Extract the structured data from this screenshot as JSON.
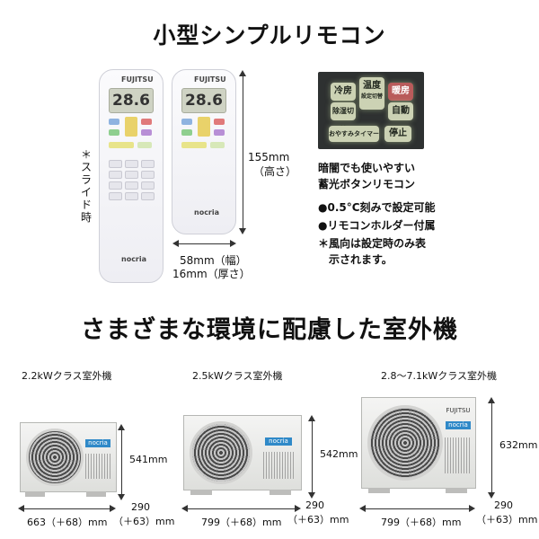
{
  "section1": {
    "title": "小型シンプルリモコン",
    "slide_label": "＊スライド時",
    "height_value": "155mm",
    "height_label": "（高さ）",
    "width_label": "58mm（幅）",
    "depth_label": "16mm（厚さ）",
    "remote": {
      "brand_top": "FUJITSU",
      "lcd_value": "28.6",
      "brand_bottom": "nocria"
    },
    "photo_buttons": {
      "cool": "冷房",
      "temp_line1": "温度",
      "temp_line2": "設定切替",
      "heat": "暖房",
      "dehumid": "除湿切替",
      "auto": "自動",
      "timer": "おやすみタイマー",
      "stop": "停止"
    },
    "caption_line1": "暗闇でも使いやすい",
    "caption_line2": "蓄光ボタンリモコン",
    "features": [
      "●0.5°C刻みで設定可能",
      "●リモコンホルダー付属"
    ],
    "note_line1": "＊風向は設定時のみ表",
    "note_line2": "示されます。"
  },
  "section2": {
    "title": "さまざまな環境に配慮した室外機",
    "units": [
      {
        "label": "2.2kWクラス室外機",
        "height": "541mm",
        "depth_line1": "290",
        "depth_line2": "（＋63）mm",
        "width": "663（＋68）mm"
      },
      {
        "label": "2.5kWクラス室外機",
        "height": "542mm",
        "depth_line1": "290",
        "depth_line2": "（＋63）mm",
        "width": "799（＋68）mm"
      },
      {
        "label": "2.8～7.1kWクラス室外機",
        "height": "632mm",
        "depth_line1": "290",
        "depth_line2": "（＋63）mm",
        "width": "799（＋68）mm"
      }
    ],
    "unit_brand": "nocria"
  }
}
